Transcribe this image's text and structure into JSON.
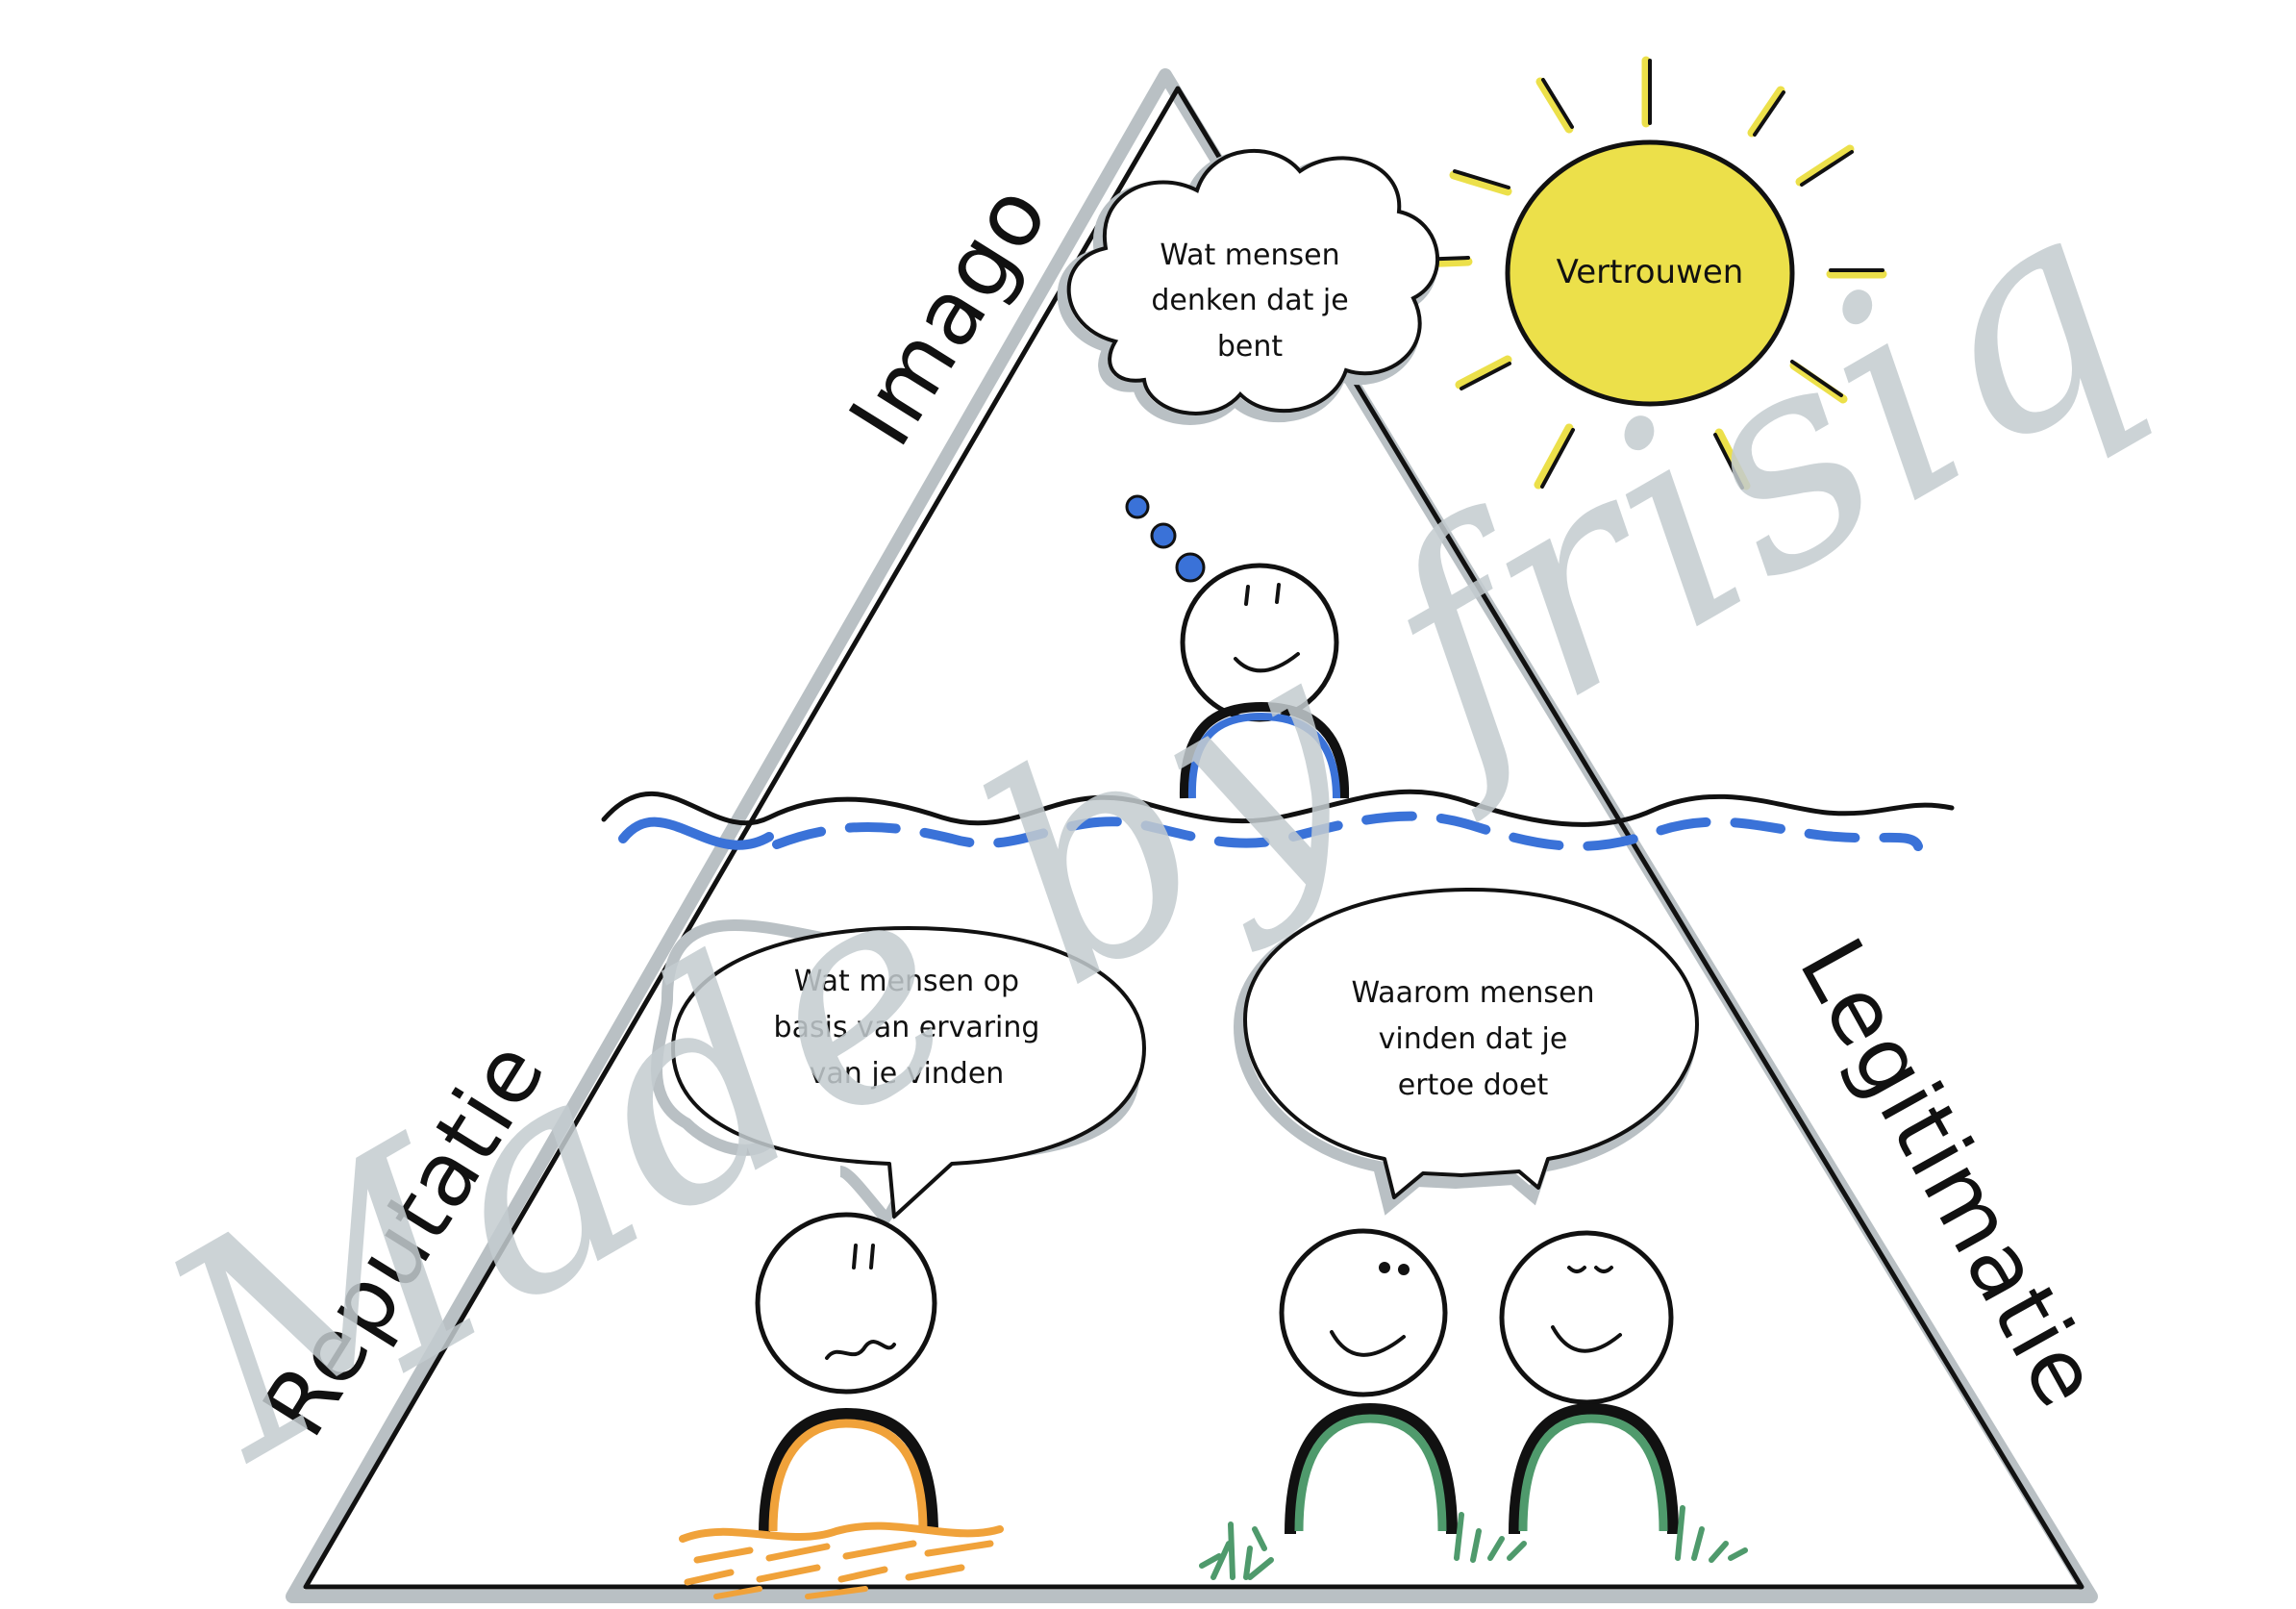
{
  "labels": {
    "imago": "Imago",
    "reputatie": "Reputatie",
    "legitimatie": "Legitimatie"
  },
  "sun": {
    "label": "Vertrouwen",
    "color": "#ece04a"
  },
  "thought_bubble": {
    "lines": [
      "Wat mensen",
      "denken dat je",
      "bent"
    ]
  },
  "speech_left": {
    "lines": [
      "Wat mensen op",
      "basis van ervaring",
      "van je vinden"
    ]
  },
  "speech_right": {
    "lines": [
      "Waarom mensen",
      "vinden dat je",
      "ertoe doet"
    ]
  },
  "watermark": "Made by frisiq",
  "colors": {
    "water": "#3a72d8",
    "sand": "#f0a23a",
    "grass": "#4f9a6c",
    "shadow": "#b9c0c4",
    "ink": "#111111"
  }
}
